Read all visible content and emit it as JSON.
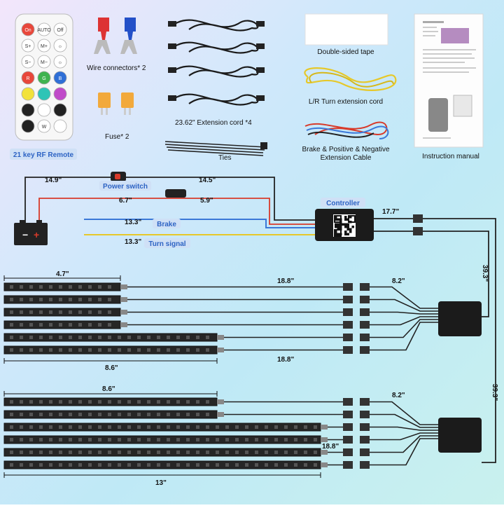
{
  "remote": {
    "buttons": [
      "On",
      "AUTO",
      "Off",
      "S+",
      "M+",
      "☼",
      "S−",
      "M−",
      "☼",
      "R",
      "G",
      "B",
      "",
      "",
      "",
      "",
      "",
      "",
      "",
      "W",
      ""
    ],
    "label": "21 key RF Remote"
  },
  "accessories": {
    "wire_connectors": "Wire connectors* 2",
    "fuse": "Fuse* 2",
    "extension_cord": "23.62\" Extension cord *4",
    "ties": "Ties",
    "tape": "Double-sided tape",
    "turn_cord": "L/R Turn extension cord",
    "brake_cable_1": "Brake & Positive & Negative",
    "brake_cable_2": "Extension Cable",
    "manual": "Instruction manual"
  },
  "wiring": {
    "power_switch": "Power switch",
    "controller": "Controller",
    "brake": "Brake",
    "turn_signal": "Turn signal",
    "len_149": "14.9\"",
    "len_145": "14.5\"",
    "len_67": "6.7\"",
    "len_59": "5.9\"",
    "len_133a": "13.3\"",
    "len_133b": "13.3\"",
    "len_177": "17.7\"",
    "len_393a": "39.3\"",
    "len_393b": "39.3\""
  },
  "strips": {
    "g1_short": "4.7\"",
    "g1_long": "8.6\"",
    "g1_cable": "18.8\"",
    "g1_cable_b": "18.8\"",
    "g1_branch": "8.2\"",
    "g2_short": "8.6\"",
    "g2_long": "13\"",
    "g2_cable": "18.8\"",
    "g2_branch": "8.2\""
  },
  "colors": {
    "red_btn": "#e8473b",
    "green_btn": "#3fb34f",
    "blue_btn": "#2f6fd6",
    "power_red": "#d83a2a",
    "brake_blue": "#3b78d8",
    "turn_yellow": "#e6c82a",
    "cable": "#222222"
  }
}
